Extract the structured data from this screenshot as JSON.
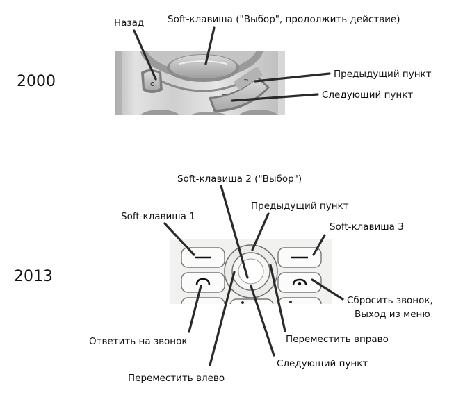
{
  "panels": [
    {
      "year": "2000",
      "labels": {
        "back": "Назад",
        "soft_key": "Soft-клавиша (\"Выбор\", продолжить действие)",
        "prev_item": "Предыдущий пункт",
        "next_item": "Следующий пункт"
      }
    },
    {
      "year": "2013",
      "labels": {
        "soft_key_2": "Soft-клавиша 2 (\"Выбор\")",
        "prev_item": "Предыдущий пункт",
        "soft_key_1": "Soft-клавиша 1",
        "soft_key_3": "Soft-клавиша 3",
        "end_call_line1": "Сбросить звонок,",
        "end_call_line2": "Выход из меню",
        "answer_call": "Ответить на звонок",
        "move_right": "Переместить вправо",
        "next_item": "Следующий пункт",
        "move_left": "Переместить влево"
      }
    }
  ]
}
